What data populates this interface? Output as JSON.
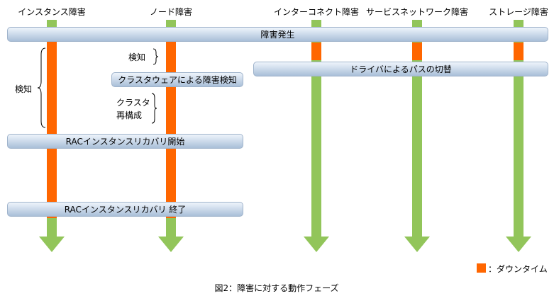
{
  "columns": [
    {
      "title": "インスタンス障害"
    },
    {
      "title": "ノード障害"
    },
    {
      "title": "インターコネクト障害"
    },
    {
      "title": "サービスネットワーク障害"
    },
    {
      "title": "ストレージ障害"
    }
  ],
  "bars": {
    "fault_occurs": "障害発生",
    "driver_path_switch": "ドライバによるパスの切替",
    "clusterware_detect": "クラスタウェアによる障害検知",
    "rac_recovery_start": "RACインスタンスリカバリ開始",
    "rac_recovery_end": "RACインスタンスリカバリ 終了"
  },
  "labels": {
    "detect_left": "検知",
    "detect_node": "検知",
    "cluster_reconfig_line1": "クラスタ",
    "cluster_reconfig_line2": "再構成"
  },
  "legend": {
    "downtime": "：ダウンタイム"
  },
  "caption": "図2：障害に対する動作フェーズ",
  "colors": {
    "downtime": "#ff6600",
    "normal": "#92c55a",
    "bar_border": "#9fb3cb"
  }
}
